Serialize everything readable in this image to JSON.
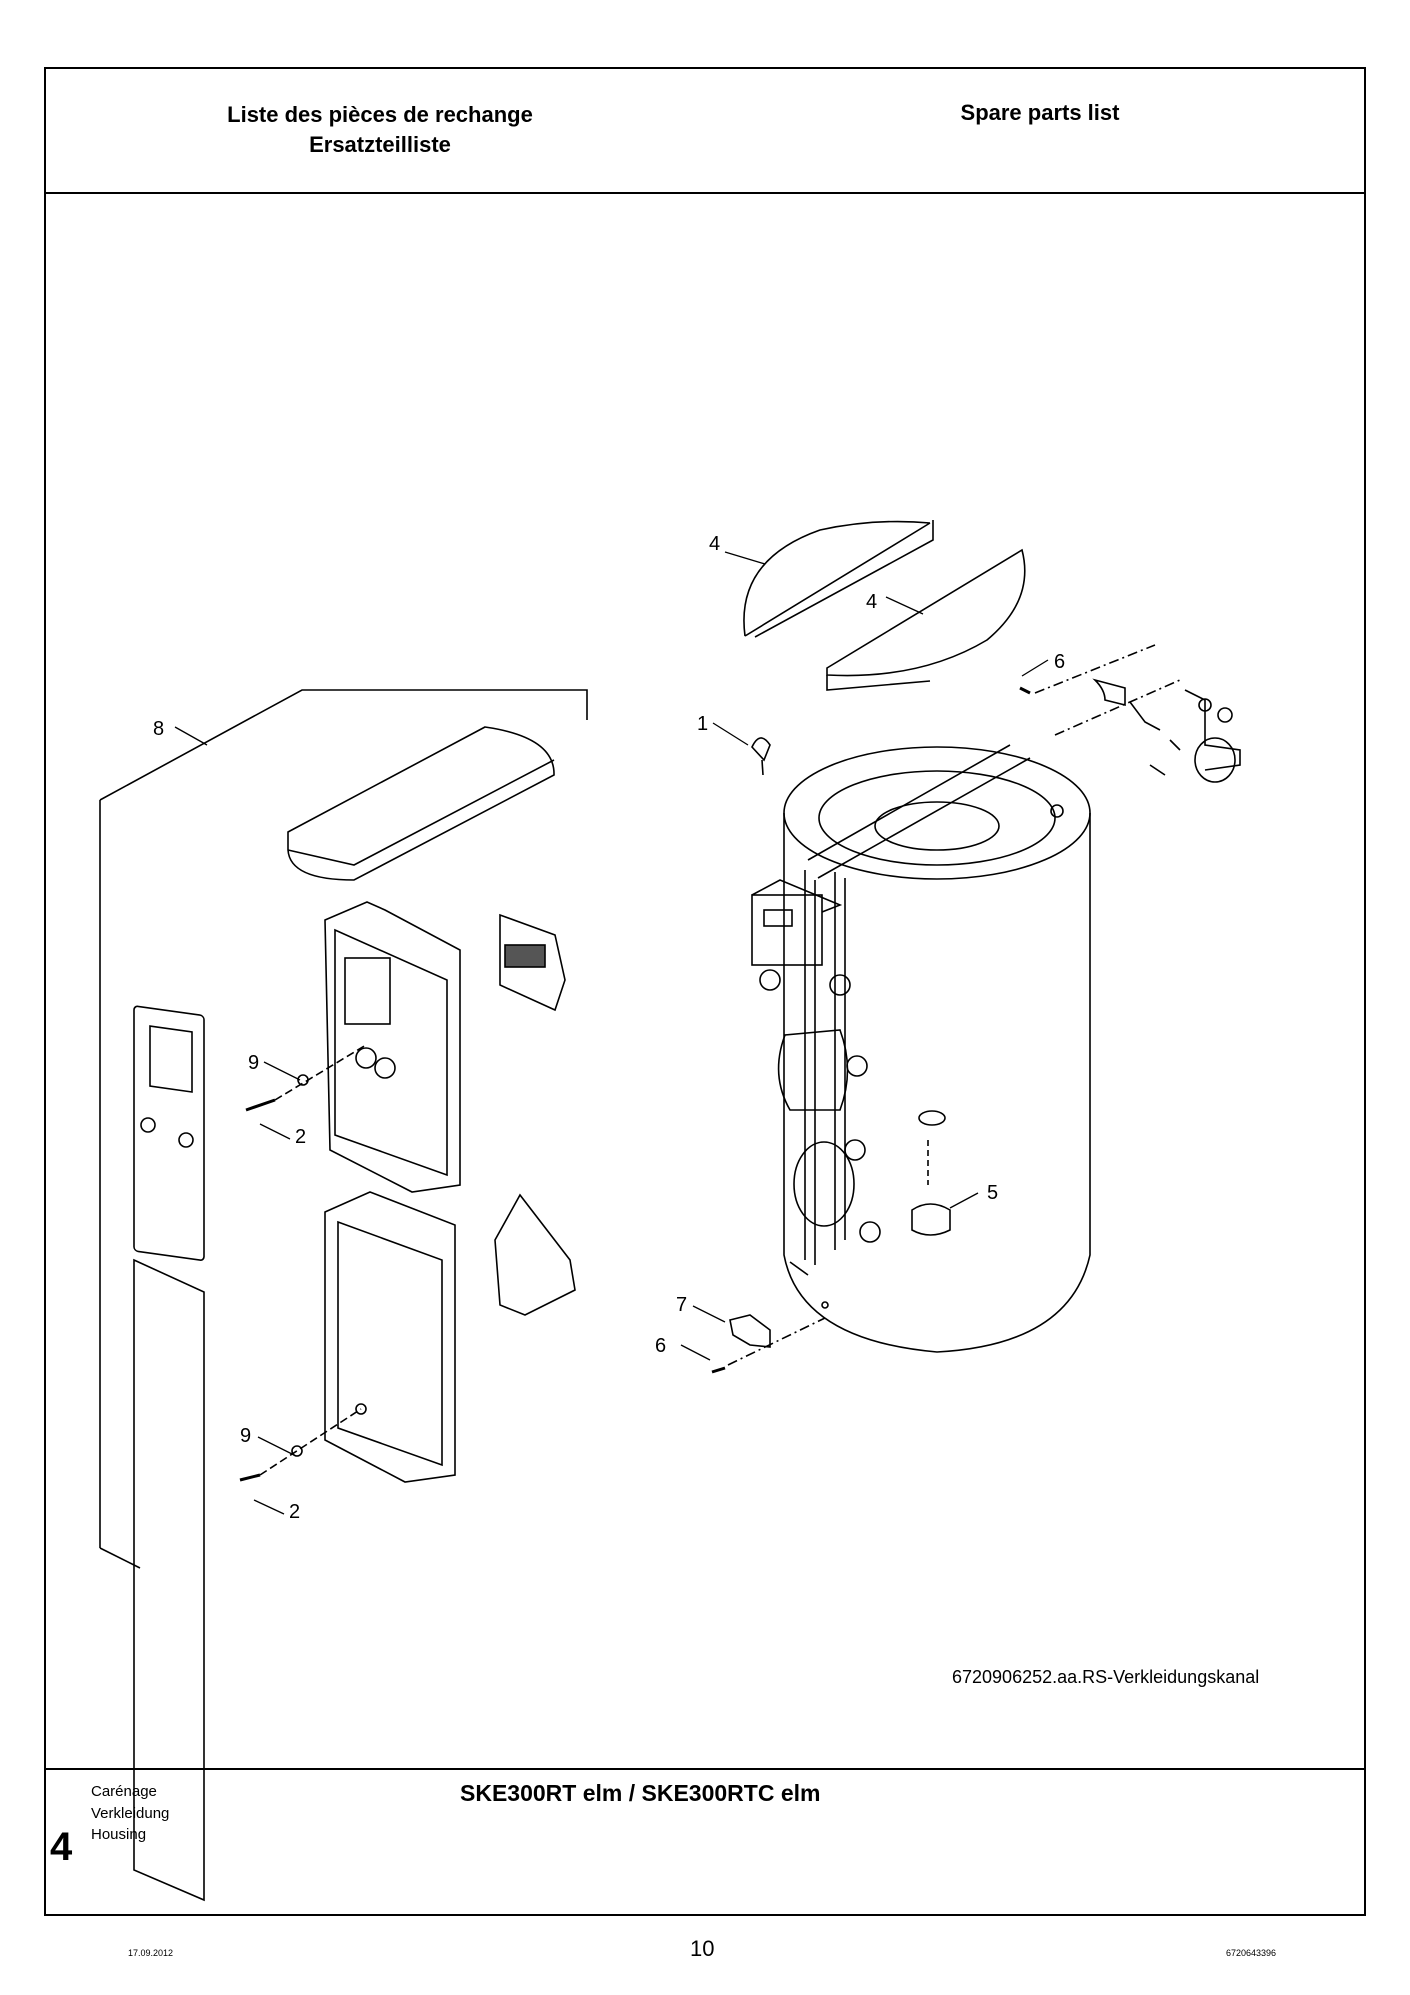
{
  "header": {
    "left_line1": "Liste des pièces de rechange",
    "left_line2": "Ersatzteilliste",
    "right": "Spare parts list"
  },
  "figure": {
    "reference": "6720906252.aa.RS-Verkleidungskanal",
    "callouts": [
      "4",
      "4",
      "6",
      "8",
      "1",
      "9",
      "2",
      "5",
      "7",
      "6",
      "9",
      "2"
    ]
  },
  "footer": {
    "labels": [
      "Carénage",
      "Verkleidung",
      "Housing"
    ],
    "section_number": "4",
    "model": "SKE300RT elm / SKE300RTC elm",
    "date": "17.09.2012",
    "page_number": "10",
    "document_number": "6720643396"
  }
}
